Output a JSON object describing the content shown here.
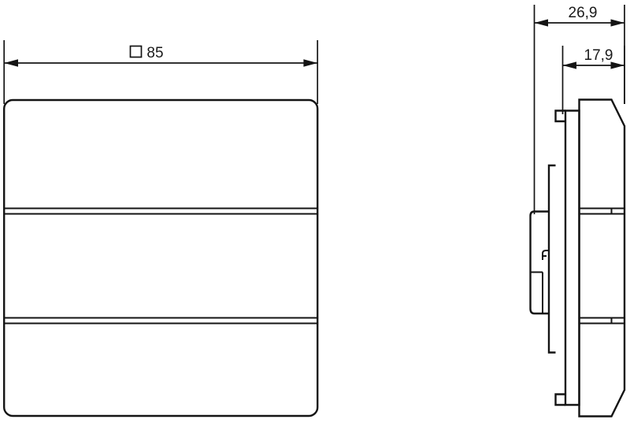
{
  "drawing": {
    "title": "Technical dimension drawing",
    "background_color": "#ffffff",
    "line_color": "#141414",
    "views": [
      {
        "name": "front-view",
        "description": "Square front face with two horizontal rocker division lines and rounded corners"
      },
      {
        "name": "side-view",
        "description": "Side profile showing stepped mounting depth"
      }
    ]
  },
  "dimensions": {
    "front_width": {
      "label": "□ 85",
      "symbol": "□",
      "value": "85",
      "unit": "mm",
      "name": "square-85"
    },
    "side_total_depth": {
      "label": "26,9",
      "value": "26,9",
      "unit": "mm",
      "name": "depth-26-9"
    },
    "side_front_depth": {
      "label": "17,9",
      "value": "17,9",
      "unit": "mm",
      "name": "depth-17-9"
    }
  }
}
